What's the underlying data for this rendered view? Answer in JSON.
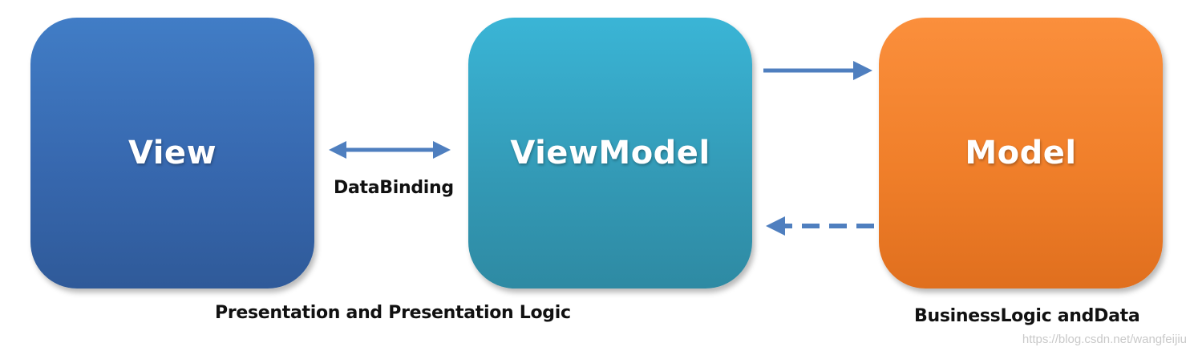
{
  "boxes": {
    "view": {
      "label": "View",
      "color": "#3768af"
    },
    "viewmodel": {
      "label": "ViewModel",
      "color": "#3399b5"
    },
    "model": {
      "label": "Model",
      "color": "#f07f2a"
    }
  },
  "connectors": {
    "binding_label": "DataBinding",
    "arrow_color": "#4f7fbf"
  },
  "captions": {
    "presentation": "Presentation and Presentation Logic",
    "business": "BusinessLogic andData"
  },
  "watermark": "https://blog.csdn.net/wangfeijiu"
}
